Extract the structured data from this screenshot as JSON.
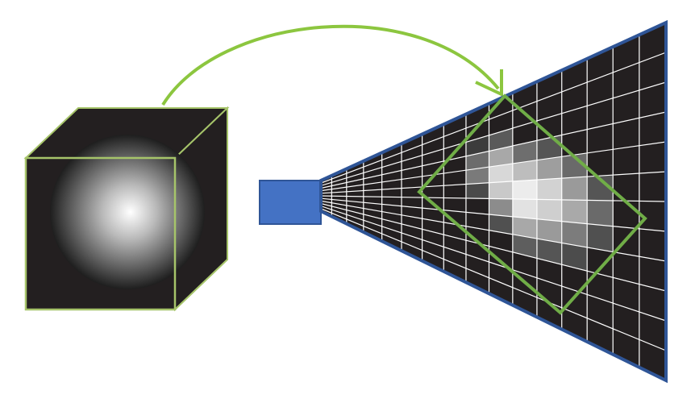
{
  "diagram": {
    "background": "#ffffff",
    "colors": {
      "cube_face": "#231f20",
      "cube_outline": "#a6c46a",
      "arrow": "#8cc63f",
      "projector_fill": "#4472c4",
      "projector_stroke": "#2f5597",
      "frustum_fill": "#231f20",
      "frustum_border": "#2f5597",
      "grid_line": "#ffffff",
      "footprint_outline": "#70ad47"
    },
    "components": [
      {
        "name": "cube-map",
        "icon": "cube-with-sphere"
      },
      {
        "name": "projection-arrow",
        "icon": "curved-arrow"
      },
      {
        "name": "projector",
        "icon": "rectangle"
      },
      {
        "name": "projection-frustum",
        "icon": "perspective-grid"
      },
      {
        "name": "projected-footprint",
        "icon": "diamond-outline"
      }
    ]
  }
}
